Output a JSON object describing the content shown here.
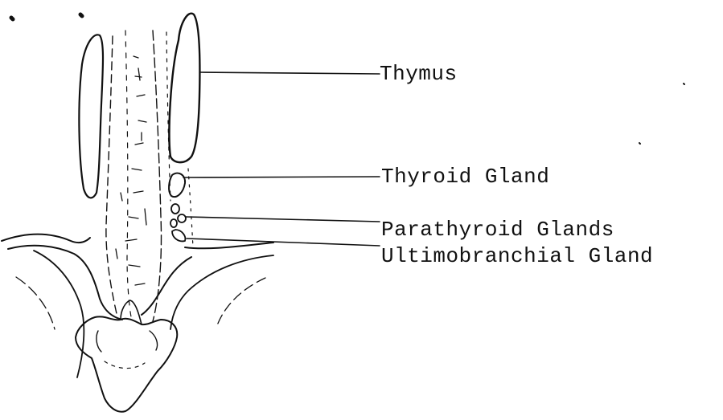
{
  "labels": {
    "thymus": "Thymus",
    "thyroid": "Thyroid Gland",
    "parathyroid": "Parathyroid Glands",
    "ultimobranchial": "Ultimobranchial Gland"
  },
  "colors": {
    "ink": "#111111",
    "paper": "#ffffff"
  }
}
